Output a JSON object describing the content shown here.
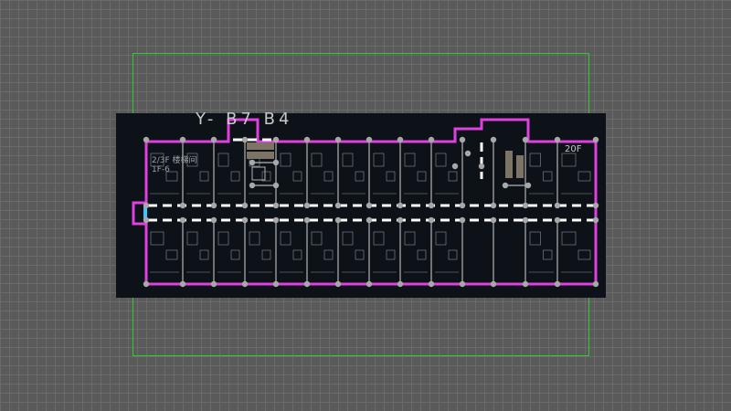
{
  "canvas": {
    "background_color": "#5a5a5a",
    "grid_color": "#6a6a6a",
    "selection_color": "#2ecc2e"
  },
  "plan": {
    "title": "Y-  B7  B4",
    "floor_label": "20F",
    "room_notes": [
      "2/3F 楼梯间",
      "1F-6"
    ],
    "panel_color": "#0d1218",
    "wall_color": "#e040e0",
    "grid_line_color": "#b4b4b4",
    "vertex_color": "#a8a8a8",
    "corridor_line_color": "#ffffff"
  },
  "icons": {
    "vertex": "vertex-handle-icon",
    "stair": "stair-icon"
  }
}
